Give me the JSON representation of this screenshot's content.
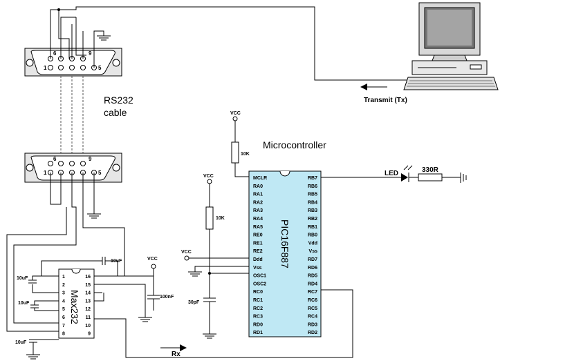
{
  "labels": {
    "rs232": "RS232",
    "cable": "cable",
    "microcontroller": "Microcontroller",
    "transmit": "Transmit (Tx)",
    "rx": "Rx",
    "led": "LED",
    "r330": "330R"
  },
  "connector": {
    "top_row": [
      "6",
      "9"
    ],
    "bottom_row": [
      "1",
      "5"
    ]
  },
  "vcc": "VCC",
  "resistor_10k": "10K",
  "cap_100nf": "100nF",
  "cap_30pf": "30pF",
  "cap_10uf": "10uF",
  "pic": {
    "name": "PIC16F887",
    "left_pins": [
      "MCLR",
      "RA0",
      "RA1",
      "RA2",
      "RA3",
      "RA4",
      "RA5",
      "RE0",
      "RE1",
      "RE2",
      "Ddd",
      "Vss",
      "OSC1",
      "OSC2",
      "RC0",
      "RC1",
      "RC2",
      "RC3",
      "RD0",
      "RD1"
    ],
    "right_pins": [
      "RB7",
      "RB6",
      "RB5",
      "RB4",
      "RB3",
      "RB2",
      "RB1",
      "RB0",
      "Vdd",
      "Vss",
      "RD7",
      "RD6",
      "RD5",
      "RD4",
      "RC7",
      "RC6",
      "RC5",
      "RC4",
      "RD3",
      "RD2"
    ]
  },
  "max232": {
    "name": "Max232",
    "left_pins": [
      "1",
      "2",
      "3",
      "4",
      "5",
      "6",
      "7",
      "8"
    ],
    "right_pins": [
      "16",
      "15",
      "14",
      "13",
      "12",
      "11",
      "10",
      "9"
    ]
  },
  "colors": {
    "pic_fill": "#bfe8f4",
    "connector_fill": "#e6e6e6",
    "wire": "#000000"
  }
}
